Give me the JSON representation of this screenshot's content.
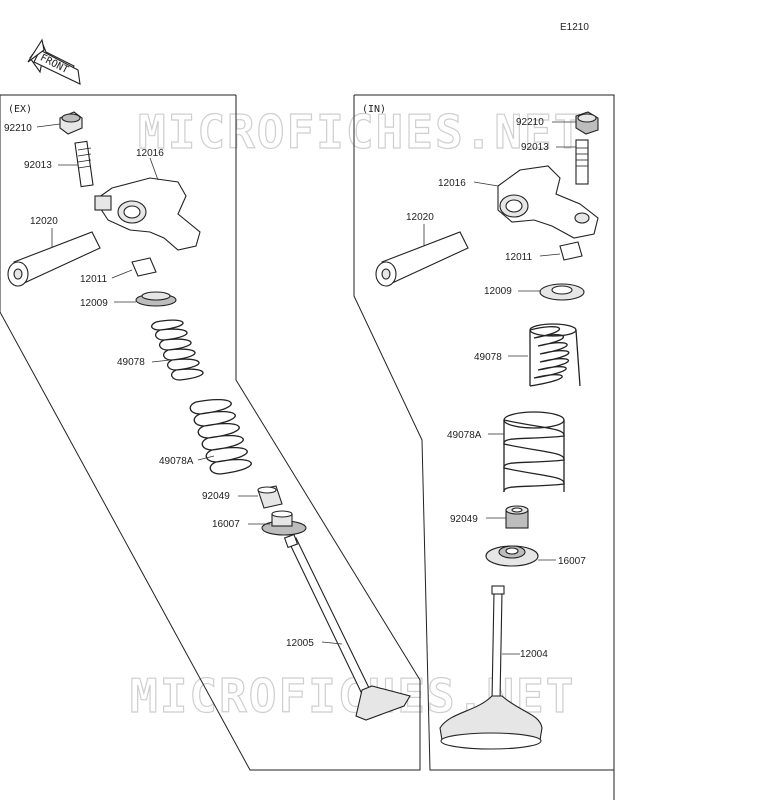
{
  "diagram_code": "E1210",
  "front_label": "FRONT",
  "watermark": "MICROFICHES.NET",
  "panels": {
    "exhaust": {
      "tag": "(EX)"
    },
    "intake": {
      "tag": "(IN)"
    }
  },
  "parts_ex": {
    "nut": "92210",
    "screw": "92013",
    "rocker_arm": "12016",
    "shaft": "12020",
    "keeper": "12011",
    "retainer": "12009",
    "spring_outer": "49078",
    "spring_inner": "49078A",
    "seal": "92049",
    "spring_seat": "16007",
    "valve": "12005"
  },
  "parts_in": {
    "nut": "92210",
    "screw": "92013",
    "rocker_arm": "12016",
    "shaft": "12020",
    "keeper": "12011",
    "retainer": "12009",
    "spring_outer": "49078",
    "spring_inner": "49078A",
    "seal": "92049",
    "spring_seat": "16007",
    "valve": "12004"
  }
}
